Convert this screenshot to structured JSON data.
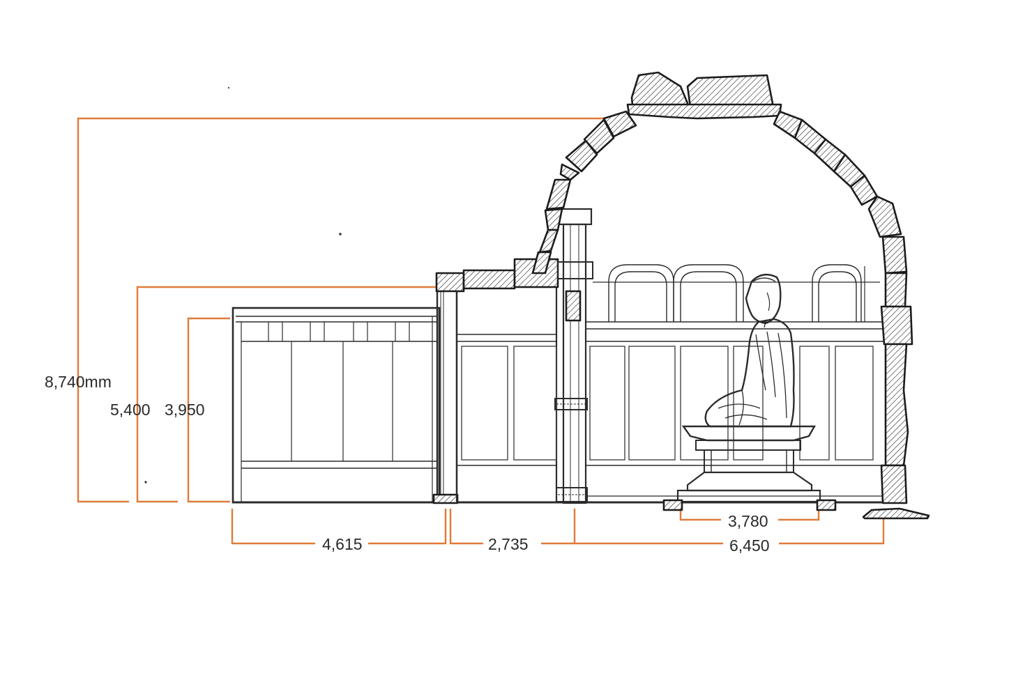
{
  "colors": {
    "dimension_line": "#E07B39",
    "drawing_line": "#2b2b2b",
    "background": "#ffffff"
  },
  "dimensions": {
    "height_total": "8,740mm",
    "height_antechamber": "5,400",
    "height_front_hall": "3,950",
    "length_front_hall": "4,615",
    "length_passage": "2,735",
    "length_rotunda": "6,450",
    "pedestal_width": "3,780"
  }
}
